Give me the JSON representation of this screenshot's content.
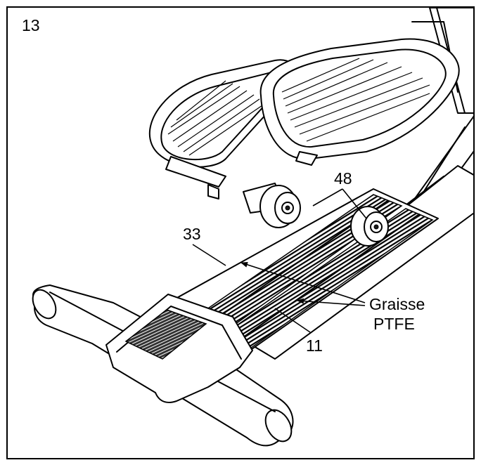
{
  "step": "13",
  "callouts": {
    "part_48": "48",
    "part_33": "33",
    "part_11": "11",
    "grease_line1": "Graisse",
    "grease_line2": "PTFE"
  },
  "colors": {
    "line": "#000000",
    "background": "#ffffff"
  }
}
